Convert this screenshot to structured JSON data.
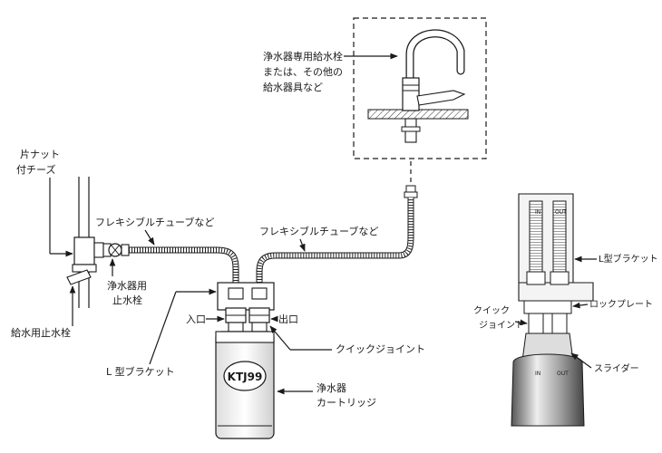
{
  "labels": {
    "faucet": [
      "浄水器専用給水栓",
      "または、その他の",
      "給水器具など"
    ],
    "tee": [
      "片ナット",
      "付チーズ"
    ],
    "flex_left": "フレキシブルチューブなど",
    "flex_right": "フレキシブルチューブなど",
    "stop_valve": [
      "浄水器用",
      "止水栓"
    ],
    "supply_valve": "給水用止水栓",
    "inlet": "入口",
    "outlet": "出口",
    "quick_joint": "クイックジョイント",
    "l_bracket": "L 型ブラケット",
    "cartridge": [
      "浄水器",
      "カートリッジ"
    ],
    "cartridge_model": "KTJ99"
  },
  "detail": {
    "l_bracket": "L型ブラケット",
    "lock_plate": "ロックプレート",
    "quick_joint": [
      "クイック",
      "ジョイント"
    ],
    "slider": "スライダー",
    "in_mark": "IN",
    "out_mark": "OUT"
  }
}
